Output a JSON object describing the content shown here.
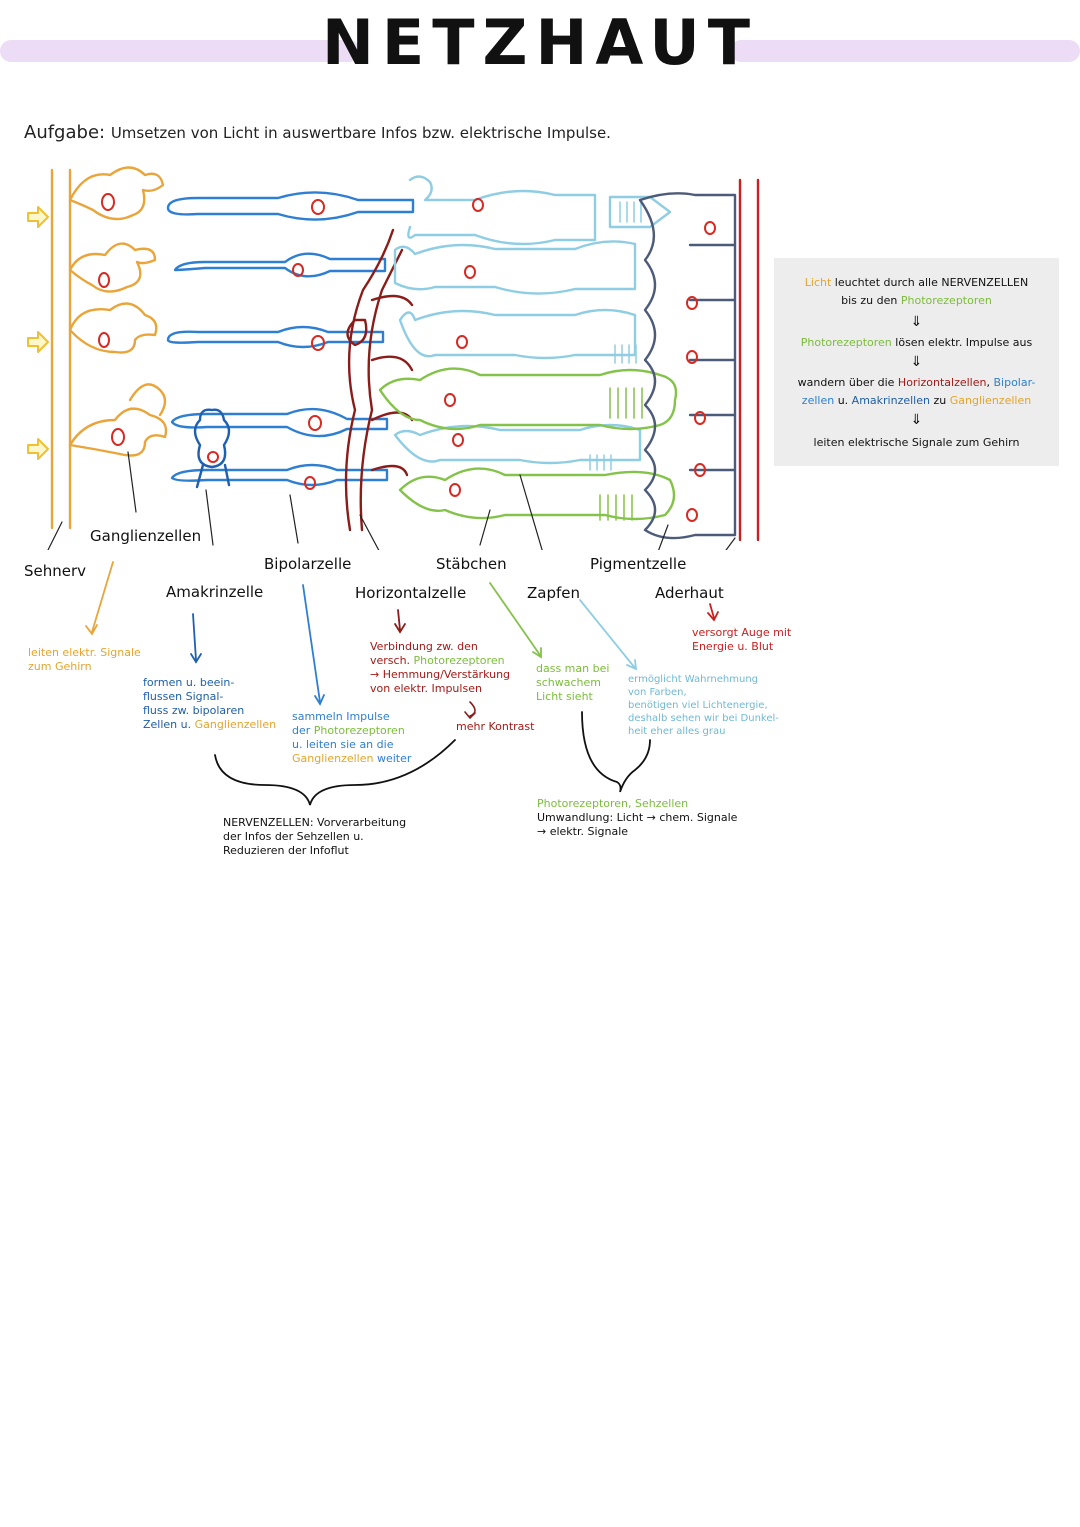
{
  "title": "NETZHAUT",
  "task": {
    "label": "Aufgabe",
    "text": "Umsetzen von Licht in auswertbare Infos bzw. elektrische Impulse."
  },
  "colors": {
    "ganglion": "#e9a53a",
    "bipolar": "#2e7fd1",
    "amakrin": "#1f5fb0",
    "horizontal": "#8a1d1a",
    "rod": "#8fcde3",
    "cone": "#84c24a",
    "pigment": "#4d5b7a",
    "choroid": "#c8211e",
    "nucleus": "#d62a22"
  },
  "labels": {
    "sehnerv": "Sehnerv",
    "ganglienzellen": "Ganglienzellen",
    "amakrinzelle": "Amakrinzelle",
    "bipolarzelle": "Bipolarzelle",
    "horizontalzelle": "Horizontalzelle",
    "staebchen": "Stäbchen",
    "zapfen": "Zapfen",
    "pigmentzelle": "Pigmentzelle",
    "aderhaut": "Aderhaut"
  },
  "notes": {
    "ganglien": "leiten elektr. Signale\nzum Gehirn",
    "amakrin_1": "formen u. beein-\nflussen Signal-\nfluss zw. bipolaren\n",
    "amakrin_2": "Zellen u. ",
    "amakrin_3": "Ganglienzellen",
    "bipolar_1": "sammeln Impulse\nder ",
    "bipolar_2": "Photorezeptoren",
    "bipolar_3": "\nu. leiten sie an die\n",
    "bipolar_4": "Ganglienzellen",
    "bipolar_5": " weiter",
    "horizontal_1": "Verbindung zw. den\nversch. ",
    "horizontal_2": "Photorezeptoren",
    "horizontal_3": "\n→ Hemmung/Verstärkung\n   von elektr. Impulsen",
    "kontrast": "mehr Kontrast",
    "staebchen": "dass man bei\nschwachem\nLicht sieht",
    "zapfen": "ermöglicht Wahrnehmung\nvon Farben,\nbenötigen viel Lichtenergie,\ndeshalb sehen wir bei Dunkel-\nheit eher alles grau",
    "aderhaut": "versorgt Auge mit\nEnergie u. Blut",
    "nerven_head": "NERVENZELLEN",
    "nerven_text": ": Vorverarbeitung\nder Infos der Sehzellen u.\nReduzieren der Infoflut",
    "photo_head": "Photorezeptoren, Sehzellen",
    "photo_text": "Umwandlung: Licht → chem. Signale\n                   → elektr. Signale"
  },
  "flow": {
    "l1_a": "Licht",
    "l1_b": " leuchtet durch alle NERVENZELLEN",
    "l2_a": "bis zu den ",
    "l2_b": "Photorezeptoren",
    "l3_a": "Photorezeptoren",
    "l3_b": " lösen elektr. Impulse aus",
    "l4_a": "wandern über die ",
    "l4_b": "Horizontalzellen",
    "l4_c": ", ",
    "l4_d": "Bipolar-",
    "l5_a": "zellen",
    "l5_b": " u. ",
    "l5_c": "Amakrinzellen",
    "l5_d": " zu ",
    "l5_e": "Ganglienzellen",
    "l6": "leiten elektrische Signale zum Gehirn",
    "arrow": "⇓"
  }
}
